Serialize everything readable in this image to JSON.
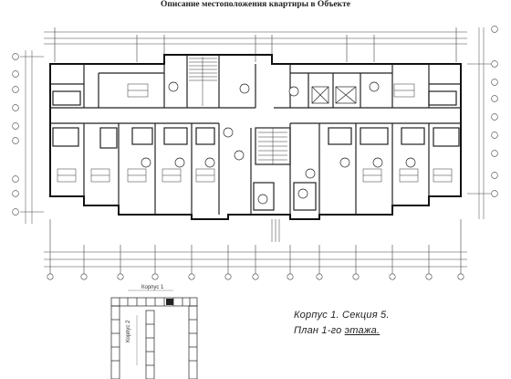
{
  "document": {
    "title": "Описание местоположения квартиры в Объекте",
    "caption_line1": "Корпус 1. Секция 5.",
    "caption_line2_prefix": "План 1-го",
    "caption_line2_underlined": "этажа.",
    "key_plan": {
      "building1_label": "Корпус 1",
      "building2_label": "Корпус 2"
    }
  }
}
